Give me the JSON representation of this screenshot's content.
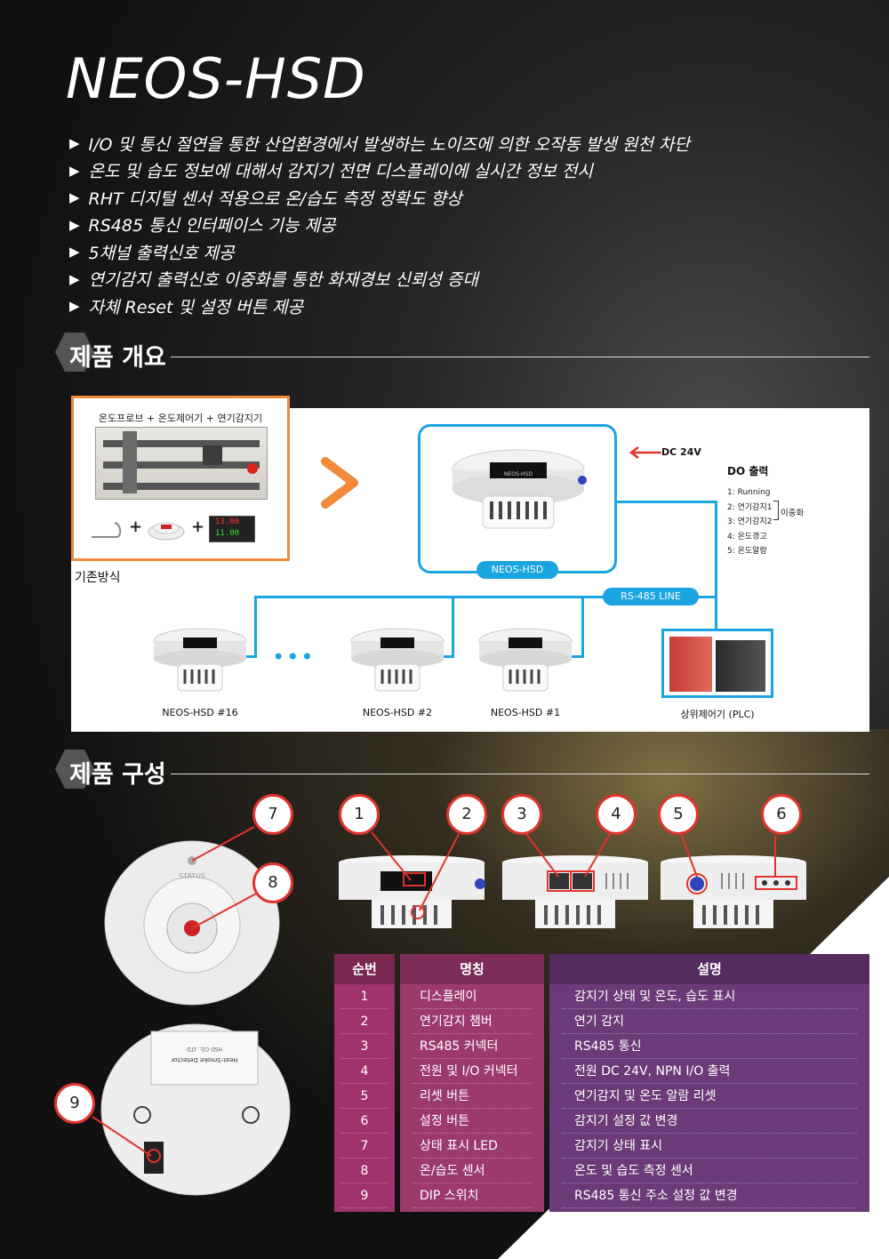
{
  "title": "NEOS-HSD",
  "features": [
    "I/O 및 통신 절연을 통한 산업환경에서 발생하는 노이즈에 의한 오작동 발생 원천 차단",
    "온도 및 습도 정보에 대해서 감지기 전면 디스플레이에 실시간 정보 전시",
    "RHT 디지털 센서 적용으로 온/습도 측정 정확도 향상",
    "RS485 통신 인터페이스 기능 제공",
    "5채널 출력신호 제공",
    "연기감지 출력신호 이중화를 통한 화재경보 신뢰성 증대",
    "자체 Reset 및 설정 버튼 제공"
  ],
  "feature_bullet": "▶",
  "sections": {
    "overview": "제품 개요",
    "composition": "제품 구성"
  },
  "overview": {
    "old_caption": "온도프로브 + 온도제어기 + 연기감지기",
    "old_label": "기존방식",
    "plus": "+",
    "controller_readout": [
      "13.00",
      "11.00"
    ],
    "main_device": "NEOS-HSD",
    "device_face_label": "NEOS-HSD",
    "dc_label": "DC 24V",
    "do_title": "DO 출력",
    "do_items": [
      "1: Running",
      "2: 연기감지1",
      "3: 연기감지2",
      "4: 온도경고",
      "5: 온도알람"
    ],
    "dup_label": "이중화",
    "rs485_label": "RS-485 LINE",
    "dots": "•••",
    "devices": [
      "NEOS-HSD #16",
      "NEOS-HSD #2",
      "NEOS-HSD #1"
    ],
    "plc_label": "상위제어기 (PLC)"
  },
  "composition": {
    "numbers": [
      "1",
      "2",
      "3",
      "4",
      "5",
      "6",
      "7",
      "8",
      "9"
    ],
    "status_text": "STATUS",
    "label_text": [
      "Heat-Smoke Detector",
      "HSD CO., LTD"
    ],
    "table_headers": [
      "순번",
      "명칭",
      "설명"
    ],
    "rows": [
      {
        "no": "1",
        "name": "디스플레이",
        "desc": "감지기 상태 및 온도, 습도 표시"
      },
      {
        "no": "2",
        "name": "연기감지 챔버",
        "desc": "연기 감지"
      },
      {
        "no": "3",
        "name": "RS485 커넥터",
        "desc": "RS485 통신"
      },
      {
        "no": "4",
        "name": "전원 및 I/O 커넥터",
        "desc": "전원  DC 24V, NPN I/O 출력"
      },
      {
        "no": "5",
        "name": "리셋 버튼",
        "desc": "연기감지 및 온도 알람 리셋"
      },
      {
        "no": "6",
        "name": "설정 버튼",
        "desc": "감지기 설정 값 변경"
      },
      {
        "no": "7",
        "name": "상태 표시 LED",
        "desc": "감지기 상태 표시"
      },
      {
        "no": "8",
        "name": "온/습도 센서",
        "desc": "온도 및 습도 측정 센서"
      },
      {
        "no": "9",
        "name": "DIP 스위치",
        "desc": "RS485 통신 주소 설정 값 변경"
      }
    ]
  },
  "colors": {
    "accent_blue": "#1aa4e0",
    "accent_orange": "#f28a3c",
    "callout_red": "#e0342c",
    "table_col1": "#a0336b",
    "table_col2": "#9c3a6e",
    "table_col3": "#6c3a78"
  }
}
